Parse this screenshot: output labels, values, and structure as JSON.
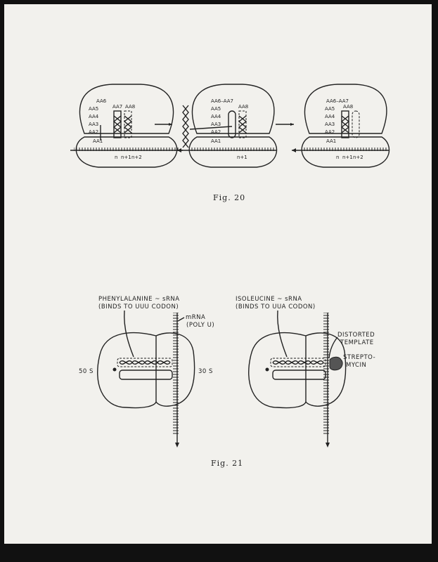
{
  "fig20": {
    "caption": "Fig. 20",
    "panels": [
      {
        "labels": [
          "AA6",
          "AA5",
          "AA4",
          "AA3",
          "AA2",
          "AA1",
          "AA7",
          "AA8"
        ],
        "codons": [
          "n",
          "n+1",
          "n+2"
        ]
      },
      {
        "labels": [
          "AA6–AA7",
          "AA5",
          "AA4",
          "AA3",
          "AA2",
          "AA1",
          "AA8"
        ],
        "codons": [
          "n+1"
        ]
      },
      {
        "labels": [
          "AA6–AA7",
          "AA5",
          "AA4",
          "AA3",
          "AA2",
          "AA1",
          "AA8"
        ],
        "codons": [
          "n",
          "n+1",
          "n+2"
        ]
      }
    ]
  },
  "fig21": {
    "caption": "Fig. 21",
    "left": {
      "srna": "PHENYLALANINE ~ sRNA",
      "binds": "(BINDS TO UUU CODON)",
      "mrna": "mRNA",
      "poly": "(POLY U)",
      "large": "50 S",
      "small": "30 S"
    },
    "right": {
      "srna": "ISOLEUCINE ~ sRNA",
      "binds": "(BINDS TO UUA CODON)",
      "distorted1": "DISTORTED",
      "distorted2": "TEMPLATE",
      "strep1": "STREPTO-",
      "strep2": "MYCIN"
    }
  }
}
